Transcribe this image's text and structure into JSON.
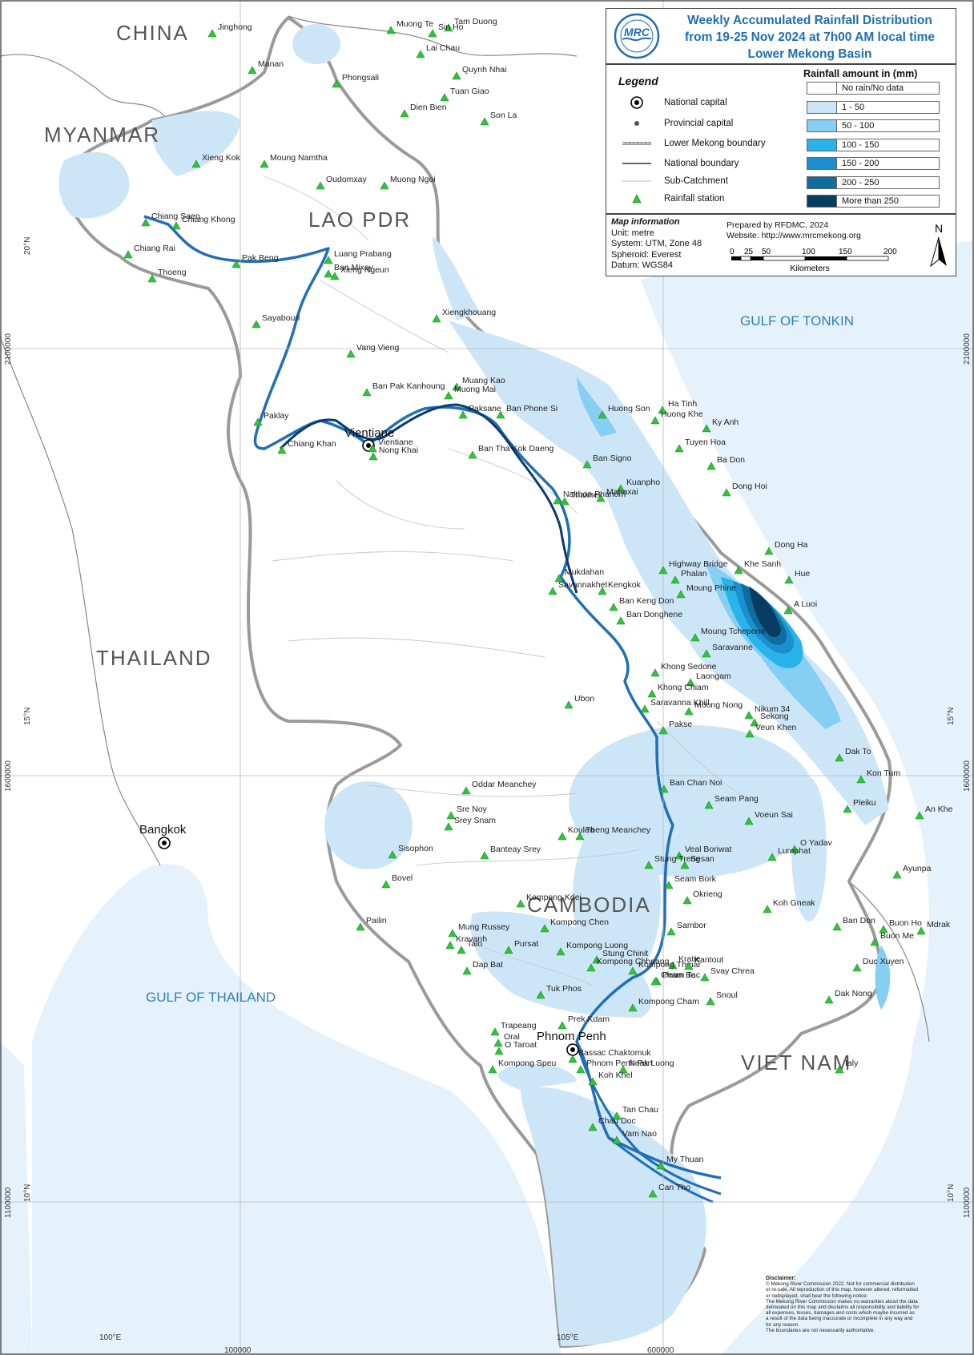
{
  "title": {
    "line1": "Weekly Accumulated Rainfall Distribution",
    "line2": "from 19-25 Nov 2024 at 7h00 AM local time",
    "line3": "Lower Mekong Basin"
  },
  "logo": {
    "text": "MRC"
  },
  "legend": {
    "title": "Legend",
    "items": [
      {
        "label": "National capital",
        "icon": "national-capital-icon"
      },
      {
        "label": "Provincial capital",
        "icon": "provincial-capital-icon"
      },
      {
        "label": "Lower Mekong boundary",
        "icon": "lower-mekong-boundary-icon"
      },
      {
        "label": "National boundary",
        "icon": "national-boundary-icon"
      },
      {
        "label": "Sub-Catchment",
        "icon": "sub-catchment-icon"
      },
      {
        "label": "Rainfall station",
        "icon": "rainfall-station-icon"
      }
    ],
    "rainfall_title": "Rainfall amount in (mm)",
    "rainfall_classes": [
      {
        "label": "No rain/No data",
        "color": "#ffffff"
      },
      {
        "label": "1 - 50",
        "color": "#cde6f7"
      },
      {
        "label": "50 - 100",
        "color": "#86cff2"
      },
      {
        "label": "100 - 150",
        "color": "#29b3ea"
      },
      {
        "label": "150 - 200",
        "color": "#1b8fcf"
      },
      {
        "label": "200 - 250",
        "color": "#106e9e"
      },
      {
        "label": "More than 250",
        "color": "#083c60"
      }
    ]
  },
  "map_info": {
    "title": "Map information",
    "unit": "Unit: metre",
    "system": "System: UTM, Zone 48",
    "spheroid": "Spheroid: Everest",
    "datum": "Datum: WGS84",
    "prepared_by": "Prepared by RFDMC, 2024",
    "website": "Website: http://www.mrcmekong.org",
    "scale_ticks": [
      "0",
      "25",
      "50",
      "100",
      "150",
      "200"
    ],
    "scale_unit": "Kilometers",
    "north": "N"
  },
  "countries": [
    "CHINA",
    "MYANMAR",
    "LAO PDR",
    "THAILAND",
    "CAMBODIA",
    "VIET NAM"
  ],
  "seas": [
    "GULF OF TONKIN",
    "GULF OF THAILAND"
  ],
  "capitals": [
    {
      "name": "Vientiane"
    },
    {
      "name": "Phnom Penh"
    },
    {
      "name": "Bangkok"
    }
  ],
  "stations": [
    "Jinghong",
    "Muong Te",
    "Tam Duong",
    "Sin Ho",
    "Lai Chau",
    "Manan",
    "Quynh Nhai",
    "Phongsali",
    "Tuan Giao",
    "Dien Bien",
    "Son La",
    "Xieng Kok",
    "Moung Namtha",
    "Oudomxay",
    "Muong Ngoi",
    "Chiang Saen",
    "Chiang Khong",
    "Chiang Rai",
    "Thoeng",
    "Pak Beng",
    "Luang Prabang",
    "Ban Mixay",
    "Xieng Ngeun",
    "Sayabouri",
    "Xiengkhouang",
    "Vang Vieng",
    "Ban Pak Kanhoung",
    "Muang Kao",
    "Muong Mai",
    "Ban Phone Si",
    "Paksane",
    "Paklay",
    "Chiang Khan",
    "Vientiane",
    "Nong Khai",
    "Ban Tha Kok Daeng",
    "Huong Son",
    "Ha Tinh",
    "Huong Khe",
    "Ky Anh",
    "Tuyen Hoa",
    "Ba Don",
    "Dong Hoi",
    "Ban Signo",
    "Kuanpho",
    "Thakhek",
    "Mahaxai",
    "Nakhon Phanom",
    "Dong Ha",
    "Khe Sanh",
    "Highway Bridge",
    "Phalan",
    "Moung Phine",
    "Hue",
    "A Luoi",
    "Kengkok",
    "Mukdahan",
    "Savannakhet",
    "Ban Keng Don",
    "Ban Donghene",
    "Moung Tchepone",
    "Saravanne",
    "Khong Sedone",
    "Laongam",
    "Khong Chiam",
    "Ubon",
    "Saravanna Khill",
    "Moung Nong",
    "Nikum 34",
    "Sekong",
    "Pakse",
    "Veun Khen",
    "Ban Chan Noi",
    "Dak To",
    "Kon Tum",
    "Oddar Meanchey",
    "Seam Pang",
    "Voeun Sai",
    "Pleiku",
    "An Khe",
    "Sre Noy",
    "Srey Snam",
    "Koulen",
    "Tbeng Meanchey",
    "Sisophon",
    "Banteay Srey",
    "Veal Boriwat",
    "Sesan",
    "O Yadav",
    "Lumphat",
    "Stung Treng",
    "Ayunpa",
    "Bovel",
    "Seam Bork",
    "Kompong Kdei",
    "Okrieng",
    "Koh Gneak",
    "Pailin",
    "Ban Don",
    "Buon Ho",
    "Sambor",
    "Mung Russey",
    "Kompong Chen",
    "Mdrak",
    "Kravanh",
    "Talo",
    "Pursat",
    "Kompong Luong",
    "Stung Chinit",
    "Buon Me",
    "Kratie",
    "Dap Bat",
    "Kompong Chhnang",
    "Kompong Thmar",
    "Kantout",
    "Duc Xuyen",
    "Peam Te",
    "Cham Bac",
    "Svay Chrea",
    "Tuk Phos",
    "Snoul",
    "Kompong Cham",
    "Dak Nong",
    "Prek Kdam",
    "Trapeang",
    "Oral",
    "O Taroat",
    "Bassac Chaktomuk",
    "Phnom Penh Port",
    "Neak Luong",
    "Kompong Speu",
    "Koh Khel",
    "Ialy",
    "Tan Chau",
    "Chau Doc",
    "Vam Nao",
    "My Thuan",
    "Can Tho"
  ],
  "grid": {
    "lat_labels": [
      "20°N",
      "15°N",
      "10°N"
    ],
    "lon_labels": [
      "100°E",
      "105°E"
    ],
    "northing_labels": [
      "2100000",
      "1600000",
      "1100000"
    ],
    "easting_labels": [
      "100000",
      "600000"
    ]
  },
  "disclaimer": {
    "title": "Disclaimer:",
    "lines": [
      "© Mekong River Commission 2022. Not for commercial distribution",
      "or re-sale. All reproduction of this map, however altered, reformatted",
      "or redisplayed, shall bear the following notice:",
      "The Mekong River Commission makes no warranties about the data",
      "delineated on this map and disclaims all responsibility and liability for",
      "all expenses, losses, damages and costs which maybe incurred as",
      "a result of the data being inaccurate or incomplete in any way and",
      "for any reason.",
      "The boundaries are not nesessarily authoritative."
    ]
  }
}
